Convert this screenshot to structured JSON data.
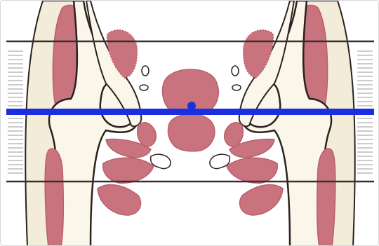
{
  "diagram": {
    "subject": "hip-cross-section-schematic",
    "colors": {
      "background": "#ffffff",
      "muscle": "#c9737e",
      "muscle_edge": "#b8606c",
      "bone": "#fbf6ea",
      "outline": "#2a2220",
      "skin_band": "#f3ecd8",
      "slice_lines": "#3a2e2e",
      "active_slice": "#1b2fe0",
      "marker": "#1b2fe0",
      "scale_ticks": "#9a9a9a"
    },
    "slices": [
      {
        "name": "upper-slice",
        "active": false
      },
      {
        "name": "active-slice",
        "active": true
      },
      {
        "name": "lower-slice",
        "active": false
      }
    ],
    "marker": {
      "name": "slice-position-marker"
    }
  }
}
